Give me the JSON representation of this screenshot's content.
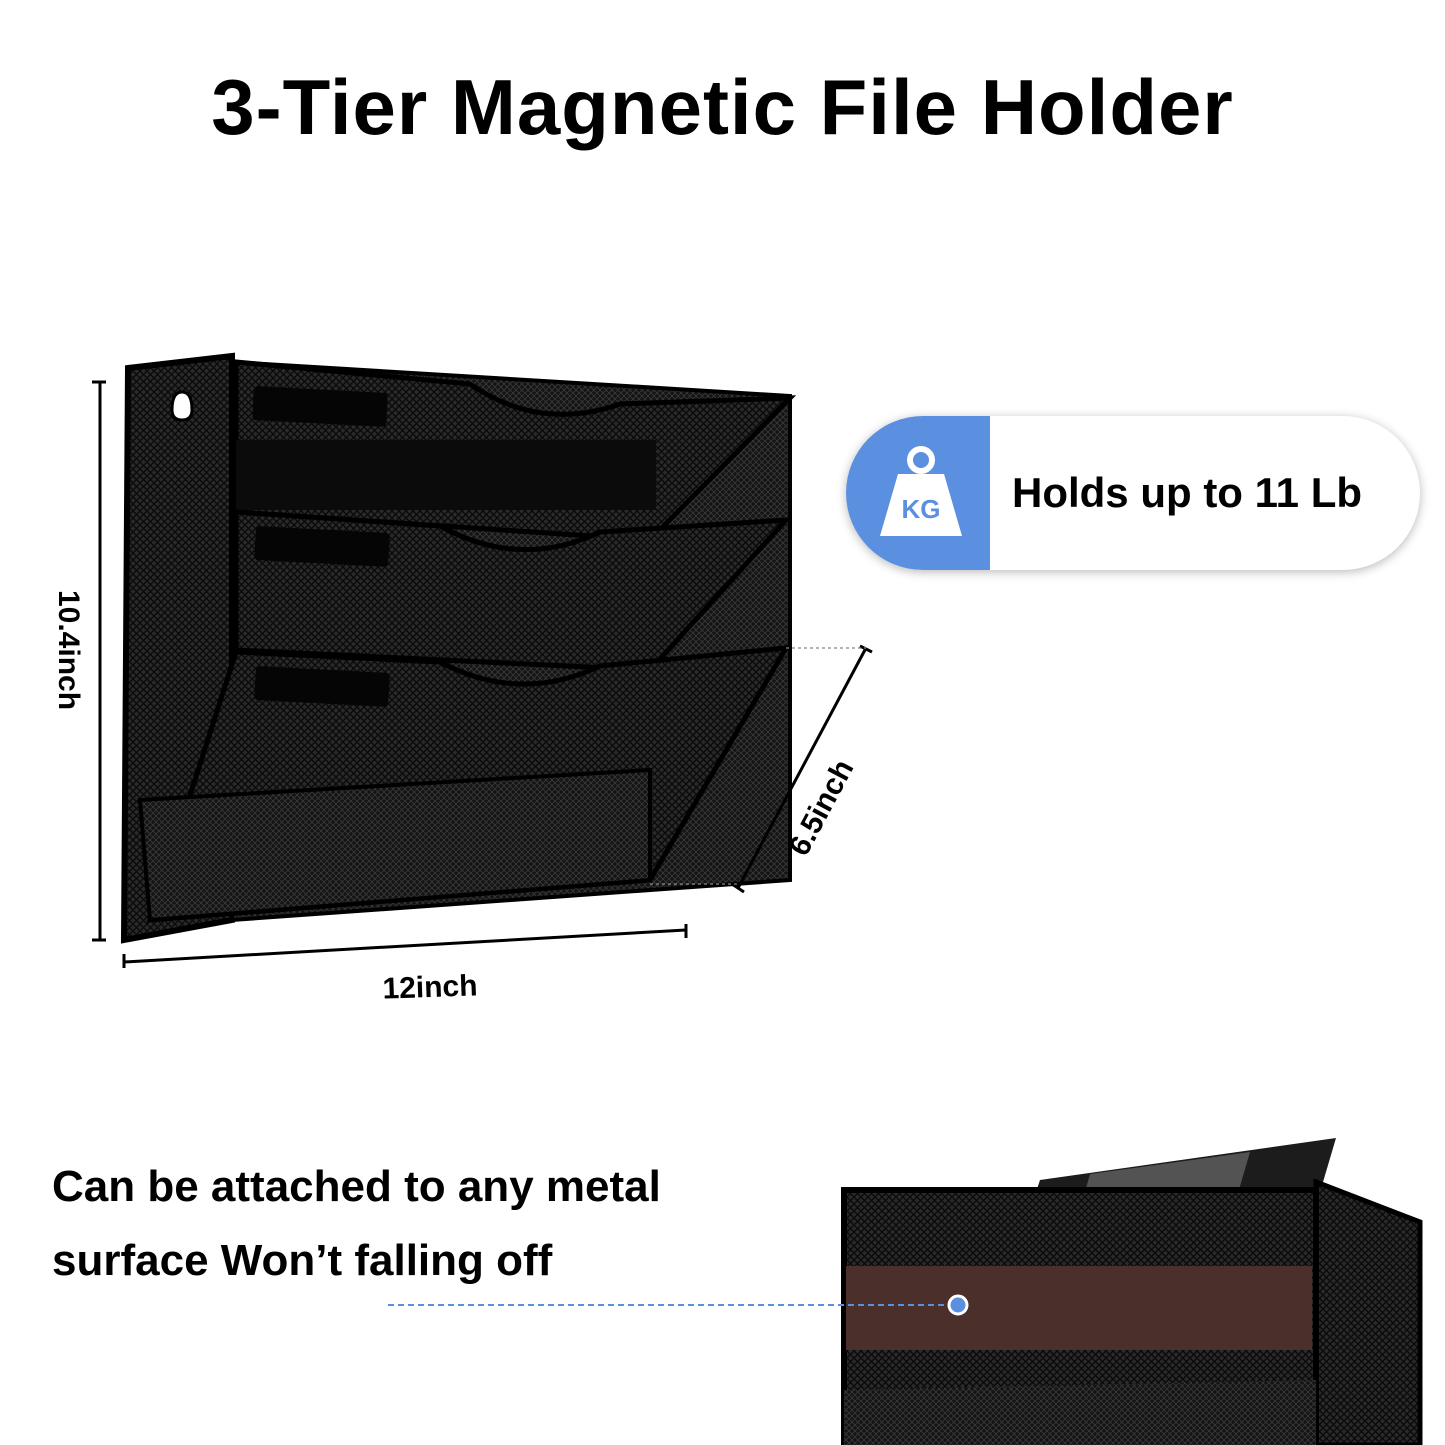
{
  "title": "3-Tier Magnetic File Holder",
  "dimensions": {
    "height": "10.4inch",
    "width": "12inch",
    "depth": "6.5inch"
  },
  "capacity": {
    "icon": "kg-weight-icon",
    "icon_label": "KG",
    "text": "Holds up to 11 Lb",
    "accent_color": "#5b8fe0"
  },
  "feature": {
    "line1": "Can be attached to any metal",
    "line2": "surface Won’t falling off"
  },
  "colors": {
    "product": "#111111",
    "magnet_strip": "#4a2f2a",
    "pointer": "#5b8fe0"
  }
}
